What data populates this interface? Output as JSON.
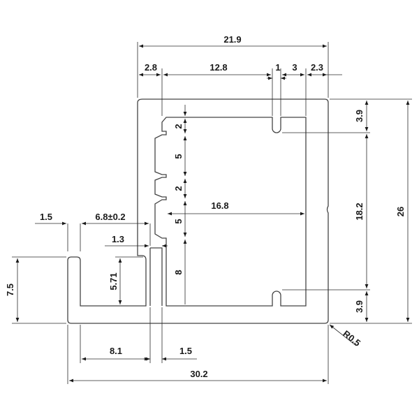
{
  "drawing": {
    "dimensions": {
      "overall_top_width": "21.9",
      "left_lip": "2.8",
      "top_span": "12.8",
      "slot_width": "1",
      "slot_offset": "3",
      "right_wall": "2.3",
      "notch_top": "3.9",
      "notch_span": "18.2",
      "notch_bottom": "3.9",
      "overall_height": "26",
      "step_a": "2",
      "step_b": "5",
      "step_c": "2",
      "step_d": "5",
      "inner_width": "16.8",
      "flange_thickness": "1.5",
      "channel_width": "6.8±0.2",
      "gap": "1.3",
      "lower_cavity": "8",
      "channel_depth": "5.71",
      "flange_height": "7.5",
      "base_channel": "8.1",
      "base_wall": "1.5",
      "overall_width": "30.2",
      "corner_radius": "R0.5"
    }
  }
}
